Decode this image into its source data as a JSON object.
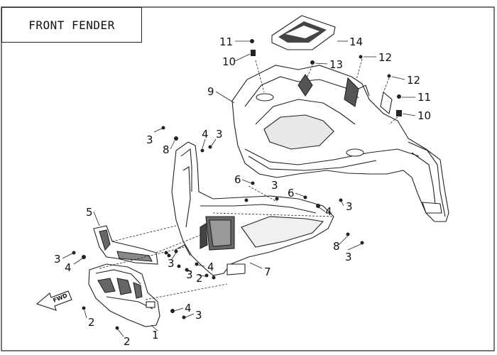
{
  "title": "FRONT FENDER",
  "fwd_label": "FWD",
  "callouts": [
    "1",
    "2",
    "3",
    "4",
    "5",
    "6",
    "7",
    "8",
    "9",
    "10",
    "11",
    "12",
    "13",
    "14"
  ],
  "colors": {
    "line": "#222222",
    "background": "#ffffff"
  }
}
